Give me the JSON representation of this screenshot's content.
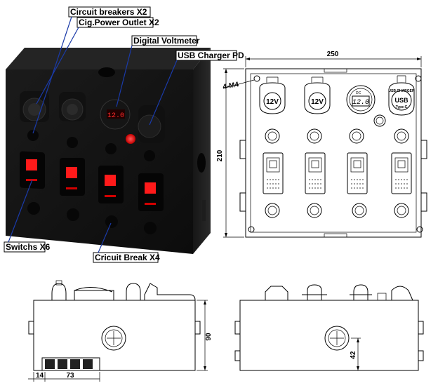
{
  "callouts": {
    "circuit_breakers": "Circuit breakers X2",
    "cig_power_outlet": "Cig.Power Outlet X2",
    "digital_voltmeter": "Digital Voltmeter",
    "usb_charger": "USB Charger PD",
    "switches": "Switchs X6",
    "circuit_break": "Cricuit Break X4"
  },
  "panel": {
    "socket_label_1": "12V",
    "socket_label_2": "12V",
    "voltmeter_display": "12.0",
    "voltmeter_unit": "DC",
    "usb_label_top": "USB CHARGER",
    "usb_label_mid": "USB",
    "usb_label_bottom": "Type-C",
    "photo_display": "12.0"
  },
  "dimensions": {
    "width": "250",
    "height": "210",
    "mount_holes": "4-M4",
    "depth": "90",
    "side_offset": "14",
    "side_length": "73",
    "rear_offset": "42"
  }
}
